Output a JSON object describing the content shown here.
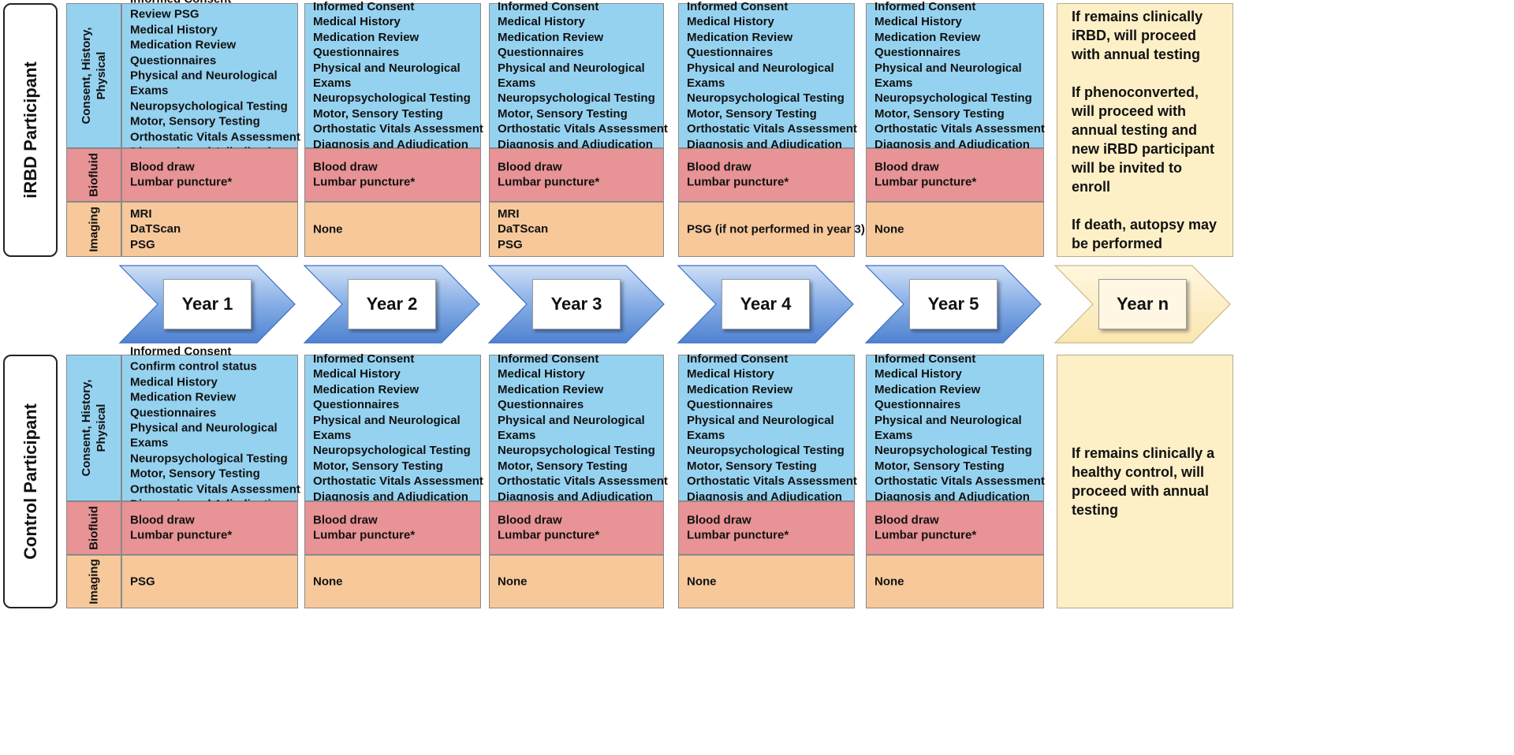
{
  "participants": [
    {
      "label": "iRBD Participant"
    },
    {
      "label": "Control Participant"
    }
  ],
  "sections": {
    "consent": [
      "Consent, History,",
      "Physical"
    ],
    "biofluid": "Biofluid",
    "imaging": "Imaging"
  },
  "years": [
    "Year 1",
    "Year 2",
    "Year 3",
    "Year 4",
    "Year 5",
    "Year n"
  ],
  "colors": {
    "consent": "#95d2f0",
    "biofluid": "#e89395",
    "imaging": "#f6c89a",
    "year_n": "#fdefc6",
    "chevron": "#5b8fd6"
  },
  "irbd": {
    "consent": [
      [
        "Informed Consent",
        "Review PSG",
        "Medical History",
        "Medication Review",
        "Questionnaires",
        "Physical and Neurological",
        "Exams",
        "Neuropsychological Testing",
        "Motor, Sensory Testing",
        "Orthostatic Vitals Assessment",
        "Diagnosis and Adjudication"
      ],
      [
        "Informed Consent",
        "Medical History",
        "Medication Review",
        "Questionnaires",
        "Physical and Neurological",
        "Exams",
        "Neuropsychological Testing",
        "Motor, Sensory Testing",
        "Orthostatic Vitals Assessment",
        "Diagnosis and Adjudication"
      ],
      [
        "Informed Consent",
        "Medical History",
        "Medication Review",
        "Questionnaires",
        "Physical and Neurological",
        "Exams",
        "Neuropsychological Testing",
        "Motor, Sensory Testing",
        "Orthostatic Vitals Assessment",
        "Diagnosis and Adjudication"
      ],
      [
        "Informed Consent",
        "Medical History",
        "Medication Review",
        "Questionnaires",
        "Physical and Neurological",
        "Exams",
        "Neuropsychological Testing",
        "Motor, Sensory Testing",
        "Orthostatic Vitals Assessment",
        "Diagnosis and Adjudication"
      ],
      [
        "Informed Consent",
        "Medical History",
        "Medication Review",
        "Questionnaires",
        "Physical and Neurological",
        "Exams",
        "Neuropsychological Testing",
        "Motor, Sensory Testing",
        "Orthostatic Vitals Assessment",
        "Diagnosis and Adjudication"
      ]
    ],
    "biofluid": [
      [
        "Blood draw",
        "Lumbar puncture*"
      ],
      [
        "Blood draw",
        "Lumbar puncture*"
      ],
      [
        "Blood draw",
        "Lumbar puncture*"
      ],
      [
        "Blood draw",
        "Lumbar puncture*"
      ],
      [
        "Blood draw",
        "Lumbar puncture*"
      ]
    ],
    "imaging": [
      [
        "MRI",
        "DaTScan",
        "PSG"
      ],
      [
        "None"
      ],
      [
        "MRI",
        "DaTScan",
        "PSG"
      ],
      [
        "PSG (if not performed in year 3)"
      ],
      [
        "None"
      ]
    ],
    "year_n": [
      "If remains clinically iRBD, will proceed with annual testing",
      "If phenoconverted, will proceed with annual testing and new iRBD participant will be invited to enroll",
      "If death, autopsy may be performed"
    ]
  },
  "control": {
    "consent": [
      [
        "Informed Consent",
        "Confirm control status",
        "Medical History",
        "Medication Review",
        "Questionnaires",
        "Physical and Neurological",
        "Exams",
        "Neuropsychological Testing",
        "Motor, Sensory Testing",
        "Orthostatic Vitals Assessment",
        "Diagnosis and Adjudication"
      ],
      [
        "Informed Consent",
        "Medical History",
        "Medication Review",
        "Questionnaires",
        "Physical and Neurological",
        "Exams",
        "Neuropsychological Testing",
        "Motor, Sensory Testing",
        "Orthostatic Vitals Assessment",
        "Diagnosis and Adjudication"
      ],
      [
        "Informed Consent",
        "Medical History",
        "Medication Review",
        "Questionnaires",
        "Physical and Neurological",
        "Exams",
        "Neuropsychological Testing",
        "Motor, Sensory Testing",
        "Orthostatic Vitals Assessment",
        "Diagnosis and Adjudication"
      ],
      [
        "Informed Consent",
        "Medical History",
        "Medication Review",
        "Questionnaires",
        "Physical and Neurological",
        "Exams",
        "Neuropsychological Testing",
        "Motor, Sensory Testing",
        "Orthostatic Vitals Assessment",
        "Diagnosis and Adjudication"
      ],
      [
        "Informed Consent",
        "Medical History",
        "Medication Review",
        "Questionnaires",
        "Physical and Neurological",
        "Exams",
        "Neuropsychological Testing",
        "Motor, Sensory Testing",
        "Orthostatic Vitals Assessment",
        "Diagnosis and Adjudication"
      ]
    ],
    "biofluid": [
      [
        "Blood draw",
        "Lumbar puncture*"
      ],
      [
        "Blood draw",
        "Lumbar puncture*"
      ],
      [
        "Blood draw",
        "Lumbar puncture*"
      ],
      [
        "Blood draw",
        "Lumbar puncture*"
      ],
      [
        "Blood draw",
        "Lumbar puncture*"
      ]
    ],
    "imaging": [
      [
        "PSG"
      ],
      [
        "None"
      ],
      [
        "None"
      ],
      [
        "None"
      ],
      [
        "None"
      ]
    ],
    "year_n": [
      "If remains clinically a healthy control, will proceed with annual testing"
    ]
  }
}
